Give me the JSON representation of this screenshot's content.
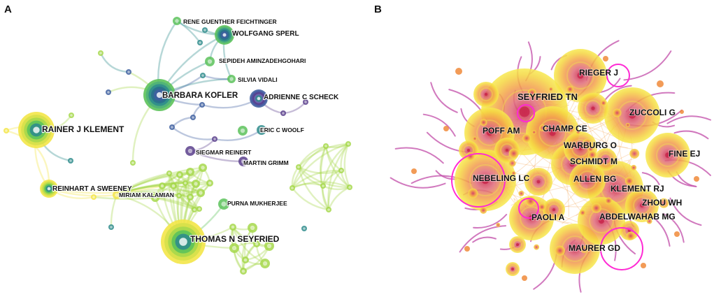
{
  "panels": {
    "a": {
      "letter": "A"
    },
    "b": {
      "letter": "B"
    }
  },
  "panel_a_authors": [
    "RENE GUENTHER FEICHTINGER",
    "WOLFGANG SPERL",
    "SEPIDEH AMINZADEHGOHARI",
    "SILVIA VIDALI",
    "BARBARA KOFLER",
    "ADRIENNE C SCHECK",
    "RAINER J KLEMENT",
    "ERIC C WOOLF",
    "SIEGMAR REINERT",
    "MARTIN GRIMM",
    "REINHART A SWEENEY",
    "MIRIAM KALAMIAN",
    "PURNA MUKHERJEE",
    "THOMAS N SEYFRIED"
  ],
  "panel_b_authors": [
    "RIEGER J",
    "SEYFRIED TN",
    "ZUCCOLI G",
    "POFF AM",
    "CHAMP CE",
    "WARBURG O",
    "FINE EJ",
    "SCHMIDT M",
    "NEBELING LC",
    "ALLEN BG",
    "KLEMENT RJ",
    "ZHOU WH",
    "PAOLI A",
    "ABDELWAHAB MG",
    "MAURER GD"
  ],
  "palette": {
    "purple": "#5b3f8c",
    "blue_violet": "#3e5fa0",
    "teal": "#2f8c8c",
    "green": "#5cc25a",
    "lime": "#a6d84b",
    "yellow": "#f3e548",
    "pink": "#ff2ad4",
    "magenta_edge": "#c24ca8",
    "orange": "#f08a3a",
    "red_core": "#c8244a"
  }
}
